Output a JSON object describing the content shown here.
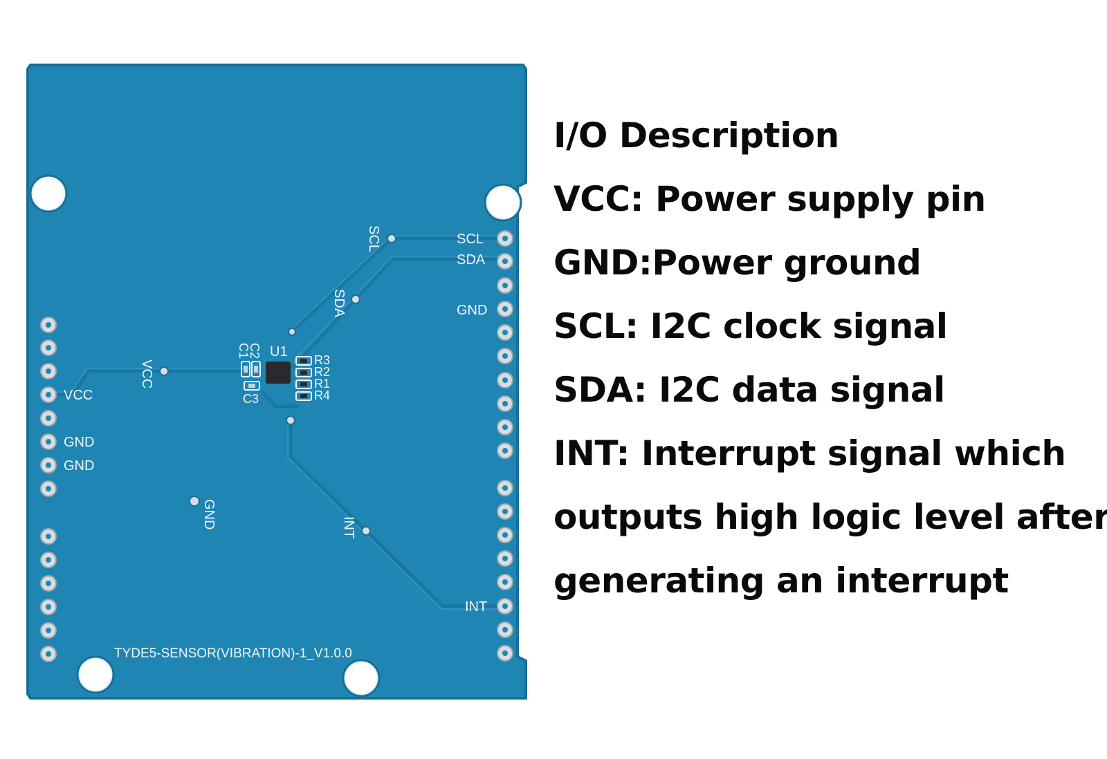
{
  "board": {
    "colors": {
      "pcb": "#1f86b4",
      "pcb_edge": "#186f97",
      "trace": "#1a77a3",
      "silkscreen": "#f2f6f8",
      "pad": "#d9dde0",
      "chip": "#2a2a2e"
    },
    "labels": {
      "scl_pin": "SCL",
      "sda_pin": "SDA",
      "gnd_right": "GND",
      "int_pin": "INT",
      "vcc_pin": "VCC",
      "gnd_left_1": "GND",
      "gnd_left_2": "GND",
      "scl_trace": "SCL",
      "sda_trace": "SDA",
      "vcc_trace": "VCC",
      "int_trace": "INT",
      "gnd_via": "GND",
      "u1": "U1",
      "c1": "C1",
      "c2": "C2",
      "c3": "C3",
      "r1": "R1",
      "r2": "R2",
      "r3": "R3",
      "r4": "R4",
      "board_name": "TYDE5-SENSOR(VIBRATION)-1_V1.0.0"
    }
  },
  "description": {
    "title": "I/O Description",
    "lines": [
      "VCC: Power supply pin",
      "GND:Power ground",
      "SCL:  I2C clock signal",
      "SDA: I2C data signal",
      "INT:  Interrupt signal which",
      "outputs high logic level after",
      "generating an interrupt"
    ]
  }
}
